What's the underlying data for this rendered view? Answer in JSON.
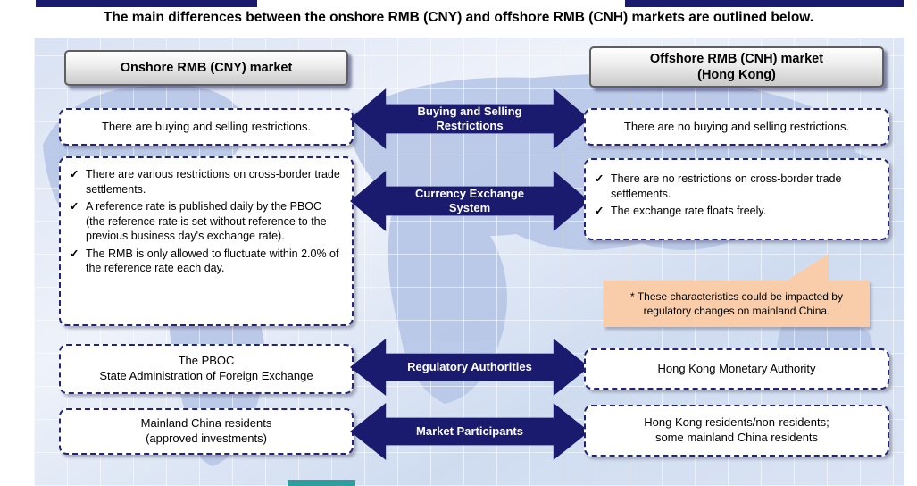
{
  "title": "The main differences between the onshore RMB (CNY) and offshore RMB (CNH) markets are outlined below.",
  "icons": {
    "check": "✓"
  },
  "columns": {
    "left_header": "Onshore RMB (CNY) market",
    "right_header_line1": "Offshore RMB (CNH) market",
    "right_header_line2": "(Hong Kong)"
  },
  "rows": {
    "restrictions": {
      "label_line1": "Buying and Selling",
      "label_line2": "Restrictions",
      "left": "There are buying and selling restrictions.",
      "right": "There are no buying and selling restrictions."
    },
    "exchange": {
      "label_line1": "Currency Exchange",
      "label_line2": "System",
      "left_items": [
        "There are various restrictions on cross-border trade settlements.",
        "A reference rate is published daily by the PBOC (the reference rate is set without reference to the previous business day's exchange rate).",
        "The RMB is only allowed to fluctuate within 2.0% of the reference rate each day."
      ],
      "right_items": [
        "There are no restrictions on cross-border trade settlements.",
        "The exchange rate floats freely."
      ]
    },
    "regulators": {
      "label": "Regulatory Authorities",
      "left_line1": "The PBOC",
      "left_line2": "State Administration of Foreign Exchange",
      "right": "Hong Kong Monetary Authority"
    },
    "participants": {
      "label": "Market Participants",
      "left_line1": "Mainland China residents",
      "left_line2": "(approved investments)",
      "right_line1": "Hong Kong residents/non-residents;",
      "right_line2": "some mainland China residents"
    }
  },
  "note": {
    "line1": "* These characteristics could be impacted by",
    "line2": "regulatory changes on mainland China."
  },
  "colors": {
    "navy": "#1a1a6e",
    "peach": "#f9cda9",
    "teal": "#2f9e9e",
    "map_land": "#b7c6e7"
  }
}
